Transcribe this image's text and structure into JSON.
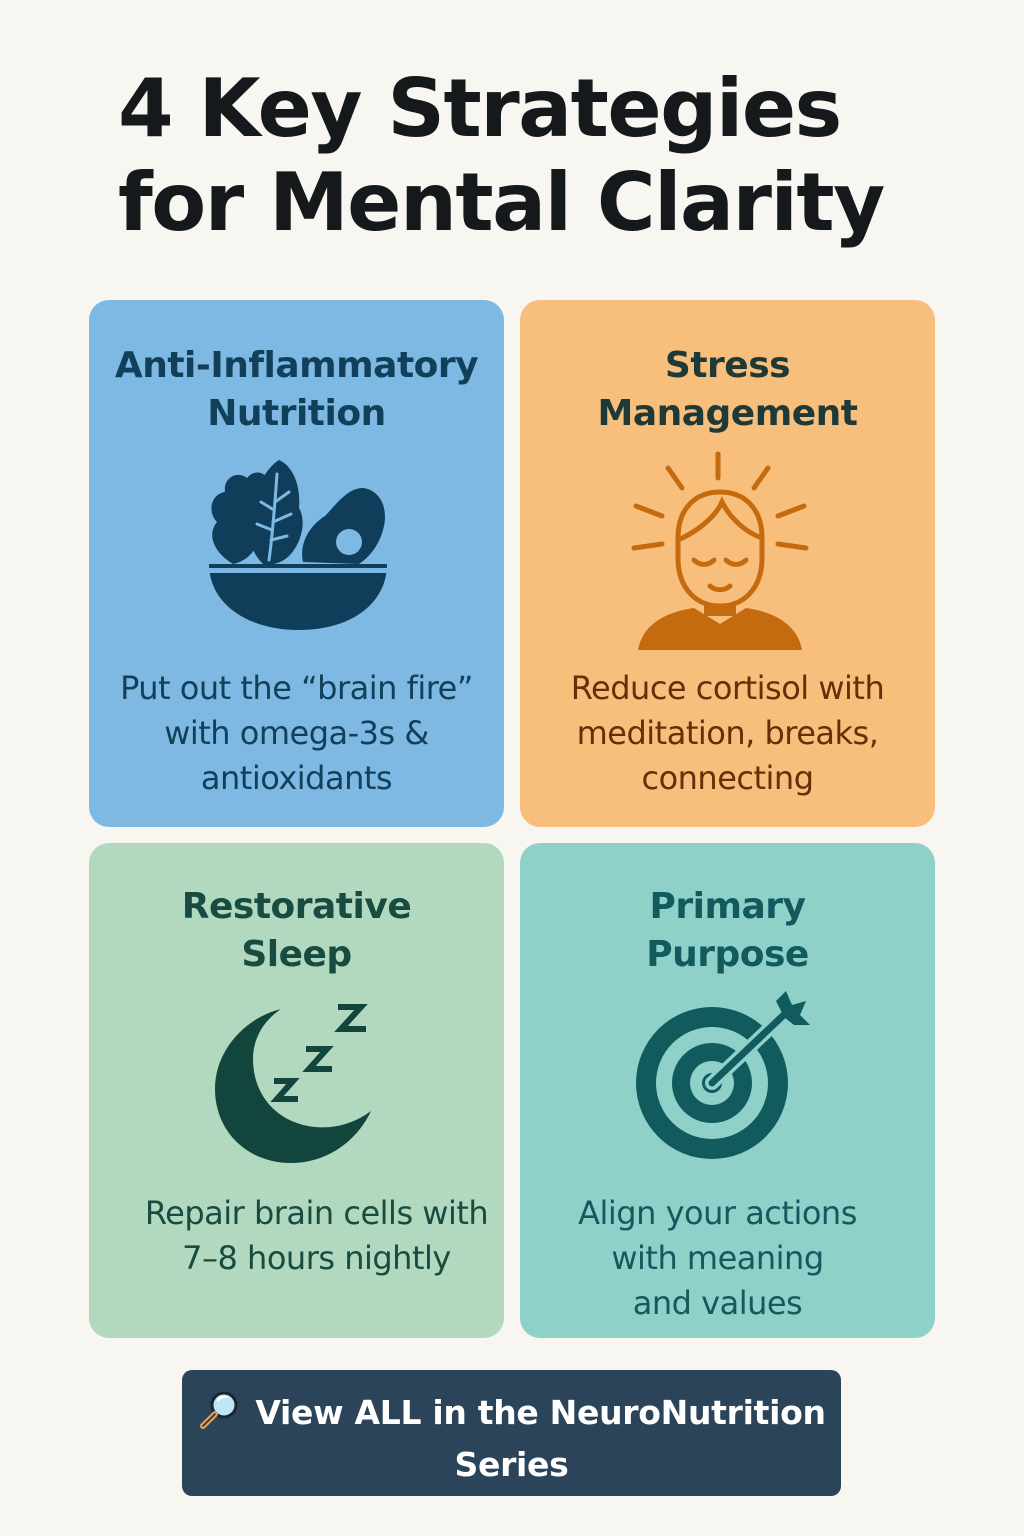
{
  "header": {
    "title_line1": "4 Key Strategies",
    "title_line2": "for Mental Clarity"
  },
  "cards": [
    {
      "title_lines": [
        "Anti-Inflammatory",
        "Nutrition"
      ],
      "desc_lines": [
        "Put out the “brain fire”",
        "with omega-3s &",
        "antioxidants"
      ],
      "icon": "salad-bowl-icon",
      "color": "#7db9e2"
    },
    {
      "title_lines": [
        "Stress",
        "Management"
      ],
      "desc_lines": [
        "Reduce cortisol with",
        "meditation, breaks,",
        "connecting"
      ],
      "icon": "calm-person-icon",
      "color": "#f8be7c"
    },
    {
      "title_lines": [
        "Restorative",
        "Sleep"
      ],
      "desc_lines": [
        "Repair brain cells with",
        "7–8 hours nightly"
      ],
      "icon": "moon-sleep-icon",
      "color": "#b2d9c0"
    },
    {
      "title_lines": [
        "Primary",
        "Purpose"
      ],
      "desc_lines": [
        "Align your actions",
        "with meaning",
        "and values"
      ],
      "icon": "target-arrow-icon",
      "color": "#8fd1c9"
    }
  ],
  "cta": {
    "line1": "View ALL in the NeuroNutrition",
    "line2": "Series",
    "icon": "magnifier-icon",
    "color": "#2b4459"
  }
}
